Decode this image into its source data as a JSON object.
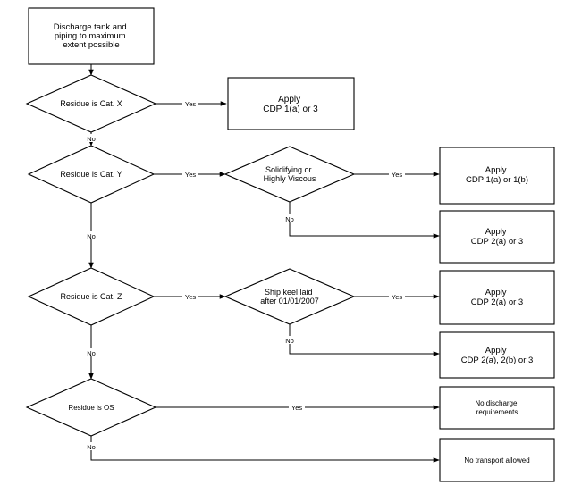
{
  "nodes": {
    "discharge_tank": [
      "Discharge tank and",
      "piping to maximum",
      "extent possible"
    ],
    "residue_cat_x": [
      "Residue is Cat. X"
    ],
    "apply_cdp_1a_or_3": [
      "Apply",
      "CDP 1(a) or 3"
    ],
    "residue_cat_y": [
      "Residue is Cat. Y"
    ],
    "solidifying_viscous": [
      "Solidifying or",
      "Highly Viscous"
    ],
    "apply_cdp_1a_or_1b": [
      "Apply",
      "CDP 1(a) or 1(b)"
    ],
    "apply_cdp_2a_or_3_y": [
      "Apply",
      "CDP 2(a) or 3"
    ],
    "residue_cat_z": [
      "Residue is Cat. Z"
    ],
    "ship_keel_laid": [
      "Ship keel laid",
      "after 01/01/2007"
    ],
    "apply_cdp_2a_or_3_z": [
      "Apply",
      "CDP 2(a) or 3"
    ],
    "apply_cdp_2a_2b_or_3": [
      "Apply",
      "CDP 2(a), 2(b) or 3"
    ],
    "residue_os": [
      "Residue is OS"
    ],
    "no_discharge_requirements": [
      "No discharge",
      "requirements"
    ],
    "no_transport_allowed": [
      "No transport allowed"
    ]
  },
  "edge_labels": {
    "yes": "Yes",
    "no": "No"
  }
}
